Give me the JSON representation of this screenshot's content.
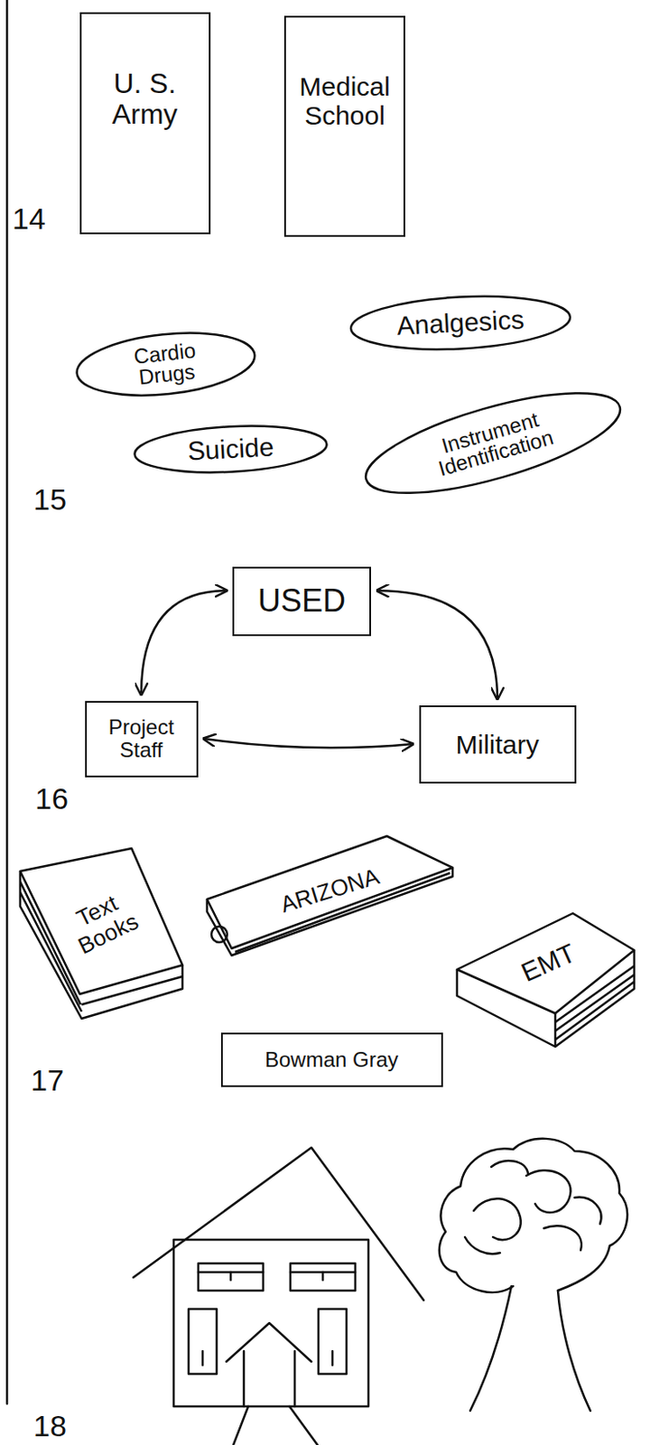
{
  "diagram": {
    "nodes": [
      {
        "text": [
          "U. S. Army"
        ]
      },
      {
        "text": [
          "Medical School"
        ]
      },
      {
        "text": [
          "Cardio Drugs"
        ]
      },
      {
        "text": [
          "Analgesics"
        ]
      },
      {
        "text": [
          "Suicide"
        ]
      },
      {
        "text": [
          "Instrument Identification"
        ]
      },
      {
        "text": [
          "USED"
        ]
      },
      {
        "text": [
          "Project Staff"
        ]
      },
      {
        "text": [
          "Military"
        ]
      },
      {
        "text": [
          "Text Books"
        ]
      },
      {
        "text": [
          "ARIZONA"
        ]
      },
      {
        "text": [
          "EMT"
        ]
      },
      {
        "text": [
          "Bowman Gray"
        ]
      }
    ],
    "edges": [
      {
        "from": 6,
        "to": 7,
        "arrow": "both"
      },
      {
        "from": 6,
        "to": 8,
        "arrow": "both"
      },
      {
        "from": 7,
        "to": 8,
        "arrow": "both"
      }
    ],
    "labels": [
      "14",
      "15",
      "16",
      "17",
      "18"
    ]
  }
}
